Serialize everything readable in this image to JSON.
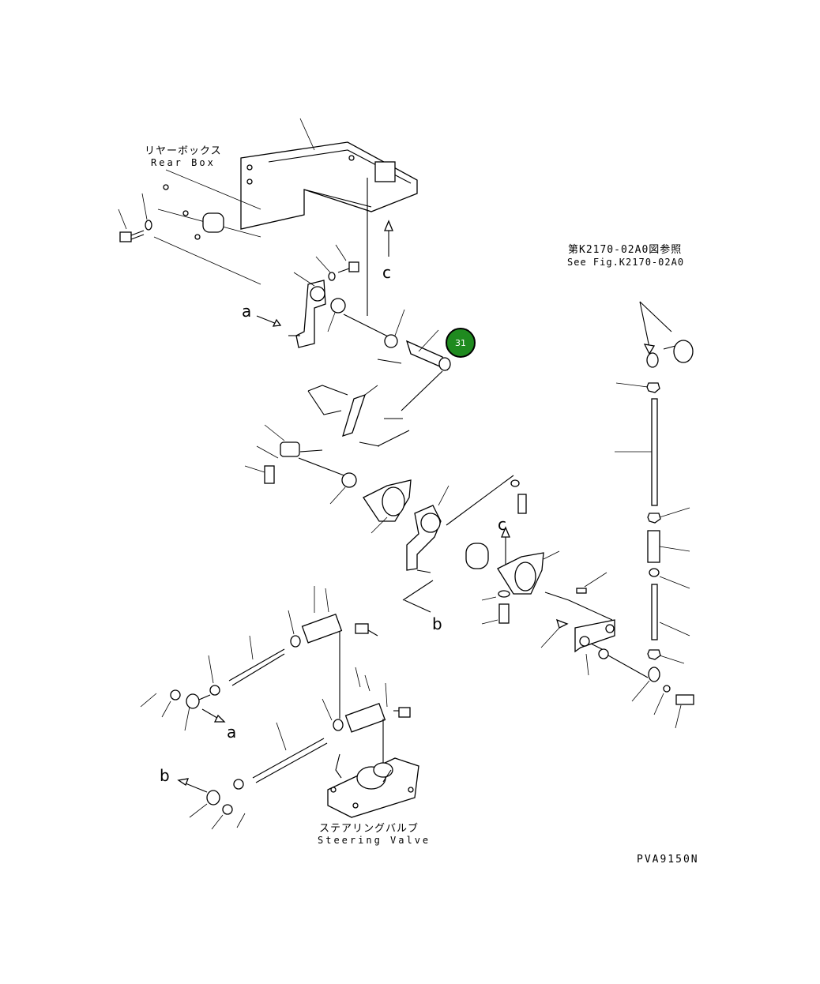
{
  "labels": {
    "rear_box_jp": "リヤーボックス",
    "rear_box_en": "Rear Box",
    "see_fig_jp": "第K2170-02A0図参照",
    "see_fig_en": "See Fig.K2170-02A0",
    "steering_valve_jp": "ステアリングバルブ",
    "steering_valve_en": "Steering Valve",
    "drawing_code": "PVA9150N"
  },
  "markers": {
    "a1": "a",
    "a2": "a",
    "b1": "b",
    "b2": "b",
    "c1": "c",
    "c2": "c"
  },
  "callout": {
    "number": "31",
    "color": "#1f8a1f"
  }
}
